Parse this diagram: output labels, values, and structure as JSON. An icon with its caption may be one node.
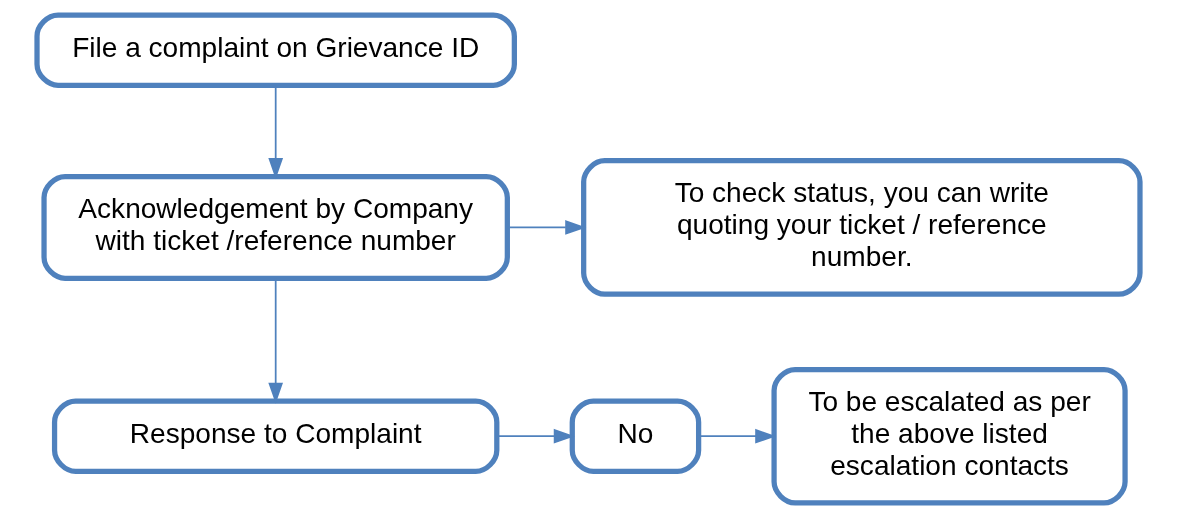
{
  "diagram": {
    "nodes": [
      {
        "text": [
          "File a complaint on Grievance ID"
        ]
      },
      {
        "text": [
          "Acknowledgement by Company with ticket /reference number"
        ]
      },
      {
        "text": [
          "To check status, you can write quoting your ticket / reference number."
        ]
      },
      {
        "text": [
          "Response to Complaint"
        ]
      },
      {
        "text": [
          "No"
        ]
      },
      {
        "text": [
          "To be escalated as per the above listed escalation contacts"
        ]
      }
    ],
    "edges": [
      {
        "from": 0,
        "to": 1,
        "arrow": "to"
      },
      {
        "from": 1,
        "to": 2,
        "arrow": "to"
      },
      {
        "from": 1,
        "to": 3,
        "arrow": "to"
      },
      {
        "from": 3,
        "to": 4,
        "arrow": "to"
      },
      {
        "from": 4,
        "to": 5,
        "arrow": "to"
      }
    ]
  }
}
